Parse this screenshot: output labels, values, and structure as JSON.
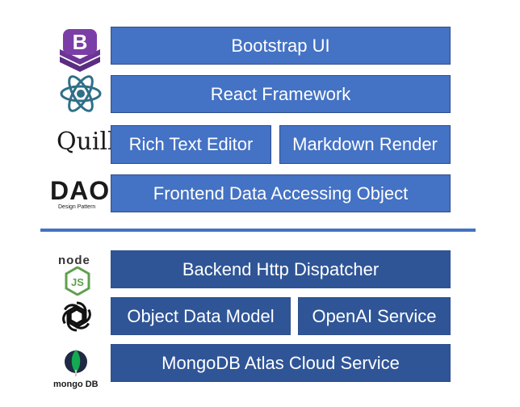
{
  "frontend": {
    "bootstrap": "Bootstrap UI",
    "react": "React Framework",
    "rich_text": "Rich Text Editor",
    "markdown": "Markdown Render",
    "dao_object": "Frontend Data Accessing Object"
  },
  "backend": {
    "http": "Backend Http Dispatcher",
    "model": "Object Data Model",
    "openai": "OpenAI Service",
    "mongodb": "MongoDB Atlas Cloud Service"
  },
  "logos": {
    "bootstrap_letter": "B",
    "quill": "Quill",
    "dao": "DAO",
    "dao_sub": "Design Pattern",
    "node_word": "node",
    "node_js": "JS",
    "mongo": "mongo DB"
  },
  "colors": {
    "frontend_box": "#4472c4",
    "backend_box": "#2f5597",
    "divider": "#4472c4",
    "bootstrap": "#7b3ea6",
    "react": "#2f6f88",
    "node": "#5fa04e",
    "mongo": "#13aa52"
  },
  "icons": [
    "bootstrap-icon",
    "react-icon",
    "quill-logo",
    "dao-logo",
    "nodejs-icon",
    "openai-icon",
    "mongodb-icon"
  ]
}
